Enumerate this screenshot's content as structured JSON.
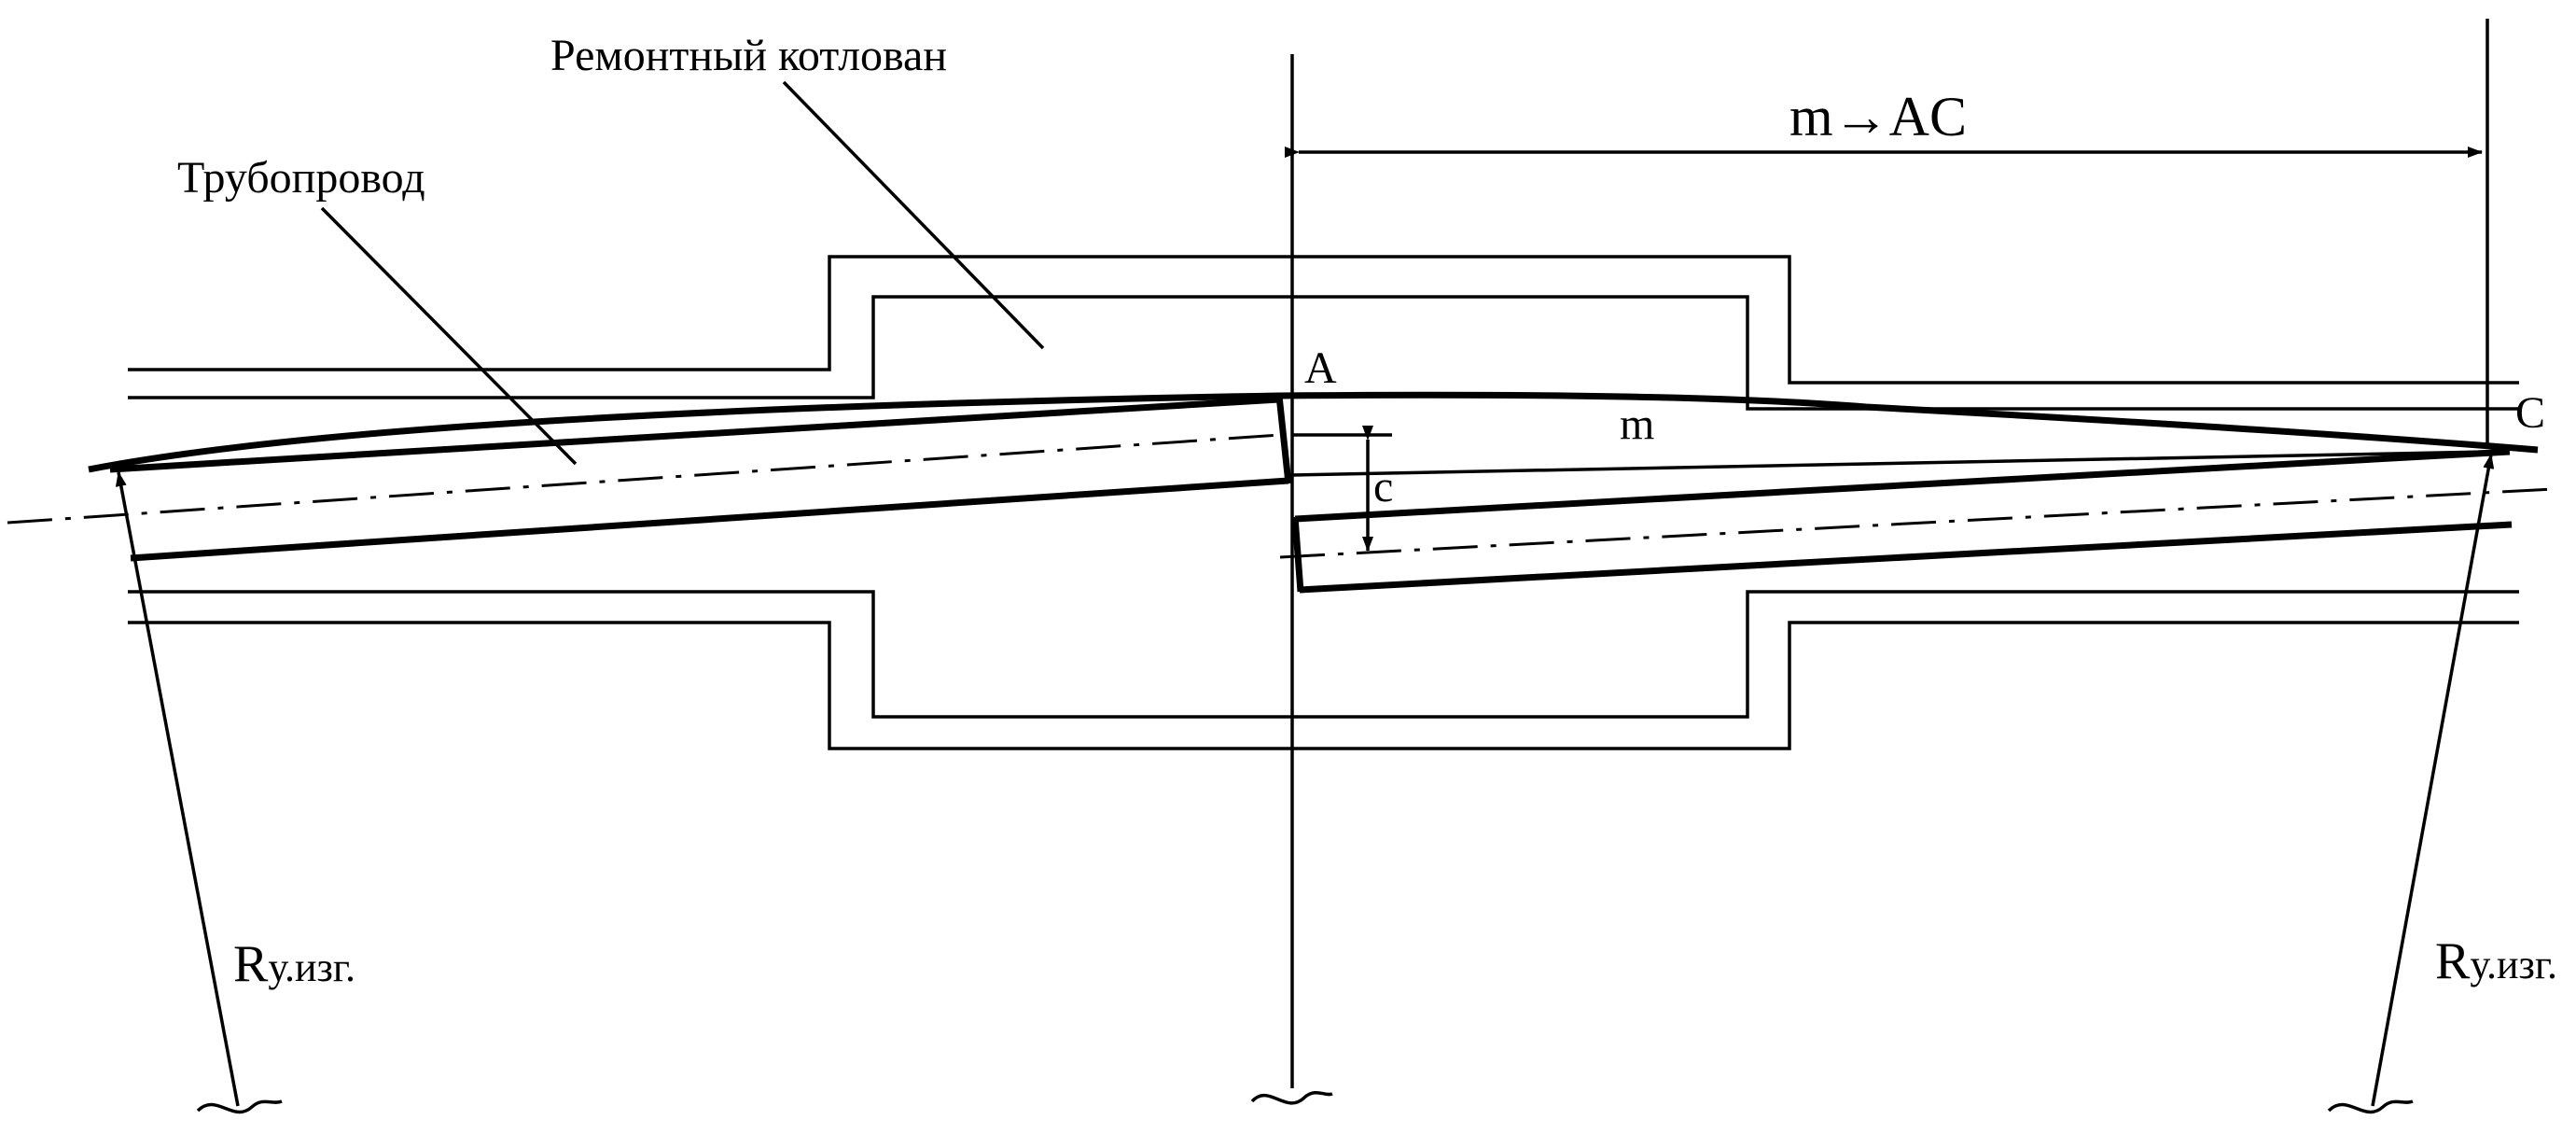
{
  "labels": {
    "excavation": "Ремонтный котлован",
    "pipeline": "Трубопровод",
    "dimension_m_ac": "m→AC",
    "point_a": "A",
    "point_c": "C",
    "label_m": "m",
    "label_c": "c",
    "radius_left": {
      "main": "R",
      "sub": "у.изг."
    },
    "radius_right": {
      "main": "R",
      "sub": "у.изг."
    }
  }
}
